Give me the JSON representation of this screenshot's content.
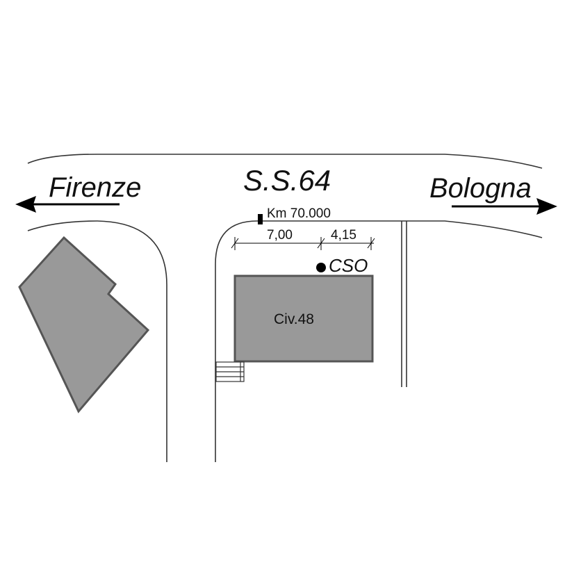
{
  "labels": {
    "road_name": "S.S.64",
    "direction_left": "Firenze",
    "direction_right": "Bologna",
    "km_marker": "Km 70.000",
    "dimension_1": "7,00",
    "dimension_2": "4,15",
    "point_label": "CSO",
    "building_label": "Civ.48"
  },
  "colors": {
    "building_fill": "#999999",
    "building_stroke": "#555555",
    "line": "#333333"
  }
}
